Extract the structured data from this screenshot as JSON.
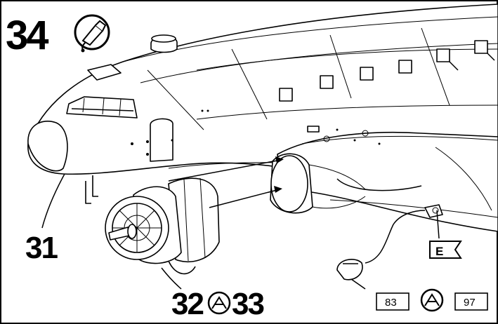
{
  "step": {
    "number": "34",
    "glue_icon": "glue-tube-icon"
  },
  "callouts": {
    "nose_part": "31",
    "engine_part_a": "32",
    "engine_part_b": "33",
    "engine_paint_icon": "paint-brush-icon"
  },
  "decal": {
    "marker": "E",
    "marker_icon": "flag-tag-icon"
  },
  "paint_refs": {
    "color_a": "83",
    "color_b": "97",
    "paint_icon": "paint-brush-icon"
  }
}
